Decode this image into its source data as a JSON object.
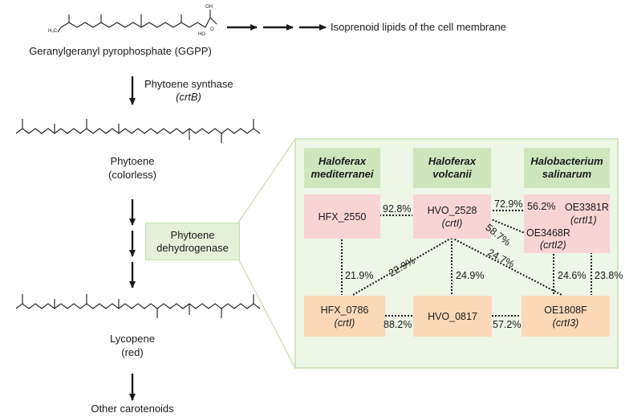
{
  "left_column": {
    "ggpp_label": "Geranylgeranyl pyrophosphate (GGPP)",
    "membrane_label": "Isoprenoid lipids of the cell membrane",
    "enzyme1_name": "Phytoene synthase",
    "enzyme1_gene": "(crtB)",
    "phytoene_name": "Phytoene",
    "phytoene_desc": "(colorless)",
    "lycopene_name": "Lycopene",
    "lycopene_desc": "(red)",
    "other_label": "Other carotenoids"
  },
  "callout": {
    "line1": "Phytoene",
    "line2": "dehydrogenase"
  },
  "species": [
    {
      "line1": "Haloferax",
      "line2": "mediterranei"
    },
    {
      "line1": "Haloferax",
      "line2": "volcanii"
    },
    {
      "line1": "Halobacterium",
      "line2": "salinarum"
    }
  ],
  "genes": {
    "hfx2550": {
      "name": "HFX_2550"
    },
    "hvo2528": {
      "name": "HVO_2528",
      "gene": "(crtI)"
    },
    "oe3381": {
      "name": "OE3381R",
      "gene": "(crtI1)"
    },
    "oe3468": {
      "name": "OE3468R",
      "gene": "(crtI2)"
    },
    "hfx0786": {
      "name": "HFX_0786",
      "gene": "(crtI)"
    },
    "hvo0817": {
      "name": "HVO_0817"
    },
    "oe1808": {
      "name": "OE1808F",
      "gene": "(crtI3)"
    }
  },
  "identities": {
    "hfx2550_hvo2528": "92.8%",
    "hvo2528_oe3381": "72.9%",
    "hvo2528_oe3468": "58.7%",
    "oe3381_oe3468_h": "56.2%",
    "hfx2550_hfx0786": "21.9%",
    "hvo2528_hfx0786": "22.9%",
    "hvo2528_hvo0817": "24.9%",
    "hvo2528_oe1808": "24.7%",
    "oe3468_oe1808": "24.6%",
    "oe3381_oe1808": "23.8%",
    "hfx0786_hvo0817": "88.2%",
    "hvo0817_oe1808": "57.2%"
  },
  "colors": {
    "panel_bg": "#eef6e6",
    "panel_border": "#c5dfb0",
    "header_bg": "#cfe6bd",
    "pink": "#f8d4d3",
    "orange": "#fbd9b8"
  }
}
